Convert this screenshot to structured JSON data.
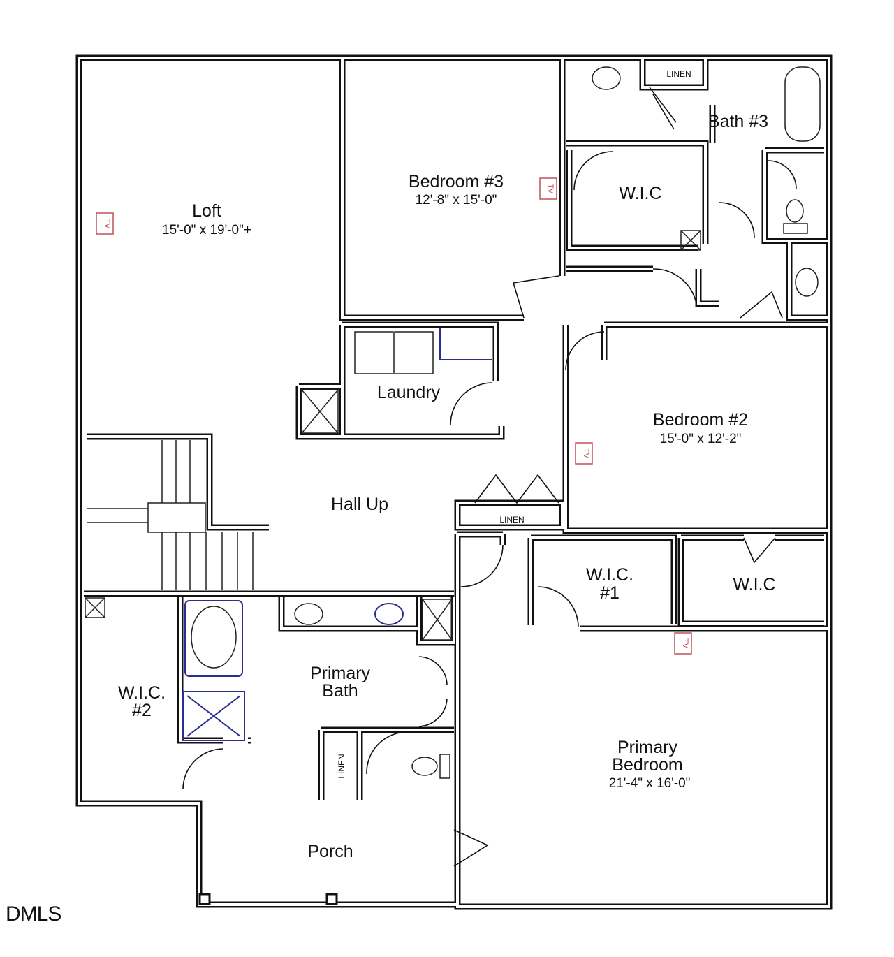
{
  "rooms": {
    "loft": {
      "name": "Loft",
      "dim": "15'-0\" x 19'-0\"+"
    },
    "bedroom3": {
      "name": "Bedroom #3",
      "dim": "12'-8\" x 15'-0\""
    },
    "bath3": {
      "name": "Bath #3"
    },
    "wic_top": {
      "name": "W.I.C"
    },
    "laundry": {
      "name": "Laundry"
    },
    "bedroom2": {
      "name": "Bedroom #2",
      "dim": "15'-0\" x 12'-2\""
    },
    "hall": {
      "name": "Hall Up"
    },
    "wic1": {
      "line1": "W.I.C.",
      "line2": "#1"
    },
    "wic_right": {
      "name": "W.I.C"
    },
    "wic2": {
      "line1": "W.I.C.",
      "line2": "#2"
    },
    "primary_bath": {
      "line1": "Primary",
      "line2": "Bath"
    },
    "primary_bedroom": {
      "line1": "Primary",
      "line2": "Bedroom",
      "dim": "21'-4\" x 16'-0\""
    },
    "porch": {
      "name": "Porch"
    }
  },
  "linen_labels": [
    "LINEN",
    "LINEN",
    "LINEN"
  ],
  "tv_symbol": "TV",
  "watermark": "DMLS",
  "colors": {
    "walls": "#111111",
    "tv": "#c0505a",
    "fixtures_blue": "#2a2f8f"
  }
}
